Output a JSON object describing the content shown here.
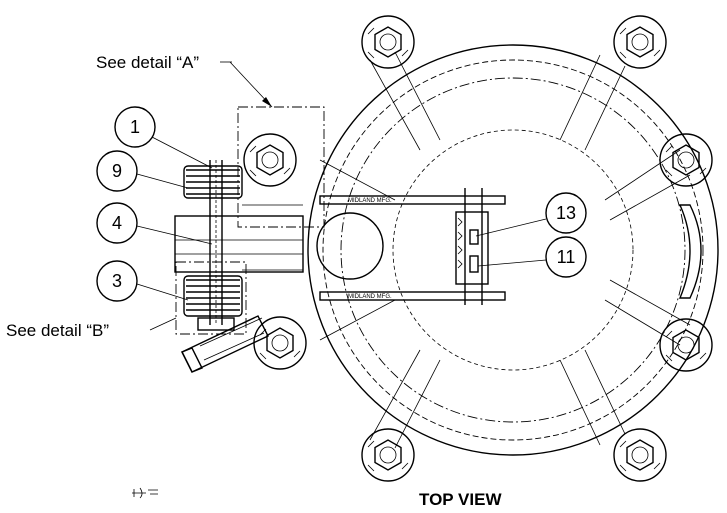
{
  "callouts": {
    "detail_a": "See detail “A”",
    "detail_b": "See detail “B”"
  },
  "balloons": [
    "1",
    "9",
    "4",
    "3",
    "13",
    "11"
  ],
  "rod_labels": {
    "upper": "MIDLAND MFG.",
    "lower": "MIDLAND MFG."
  },
  "view_title": "TOP VIEW"
}
